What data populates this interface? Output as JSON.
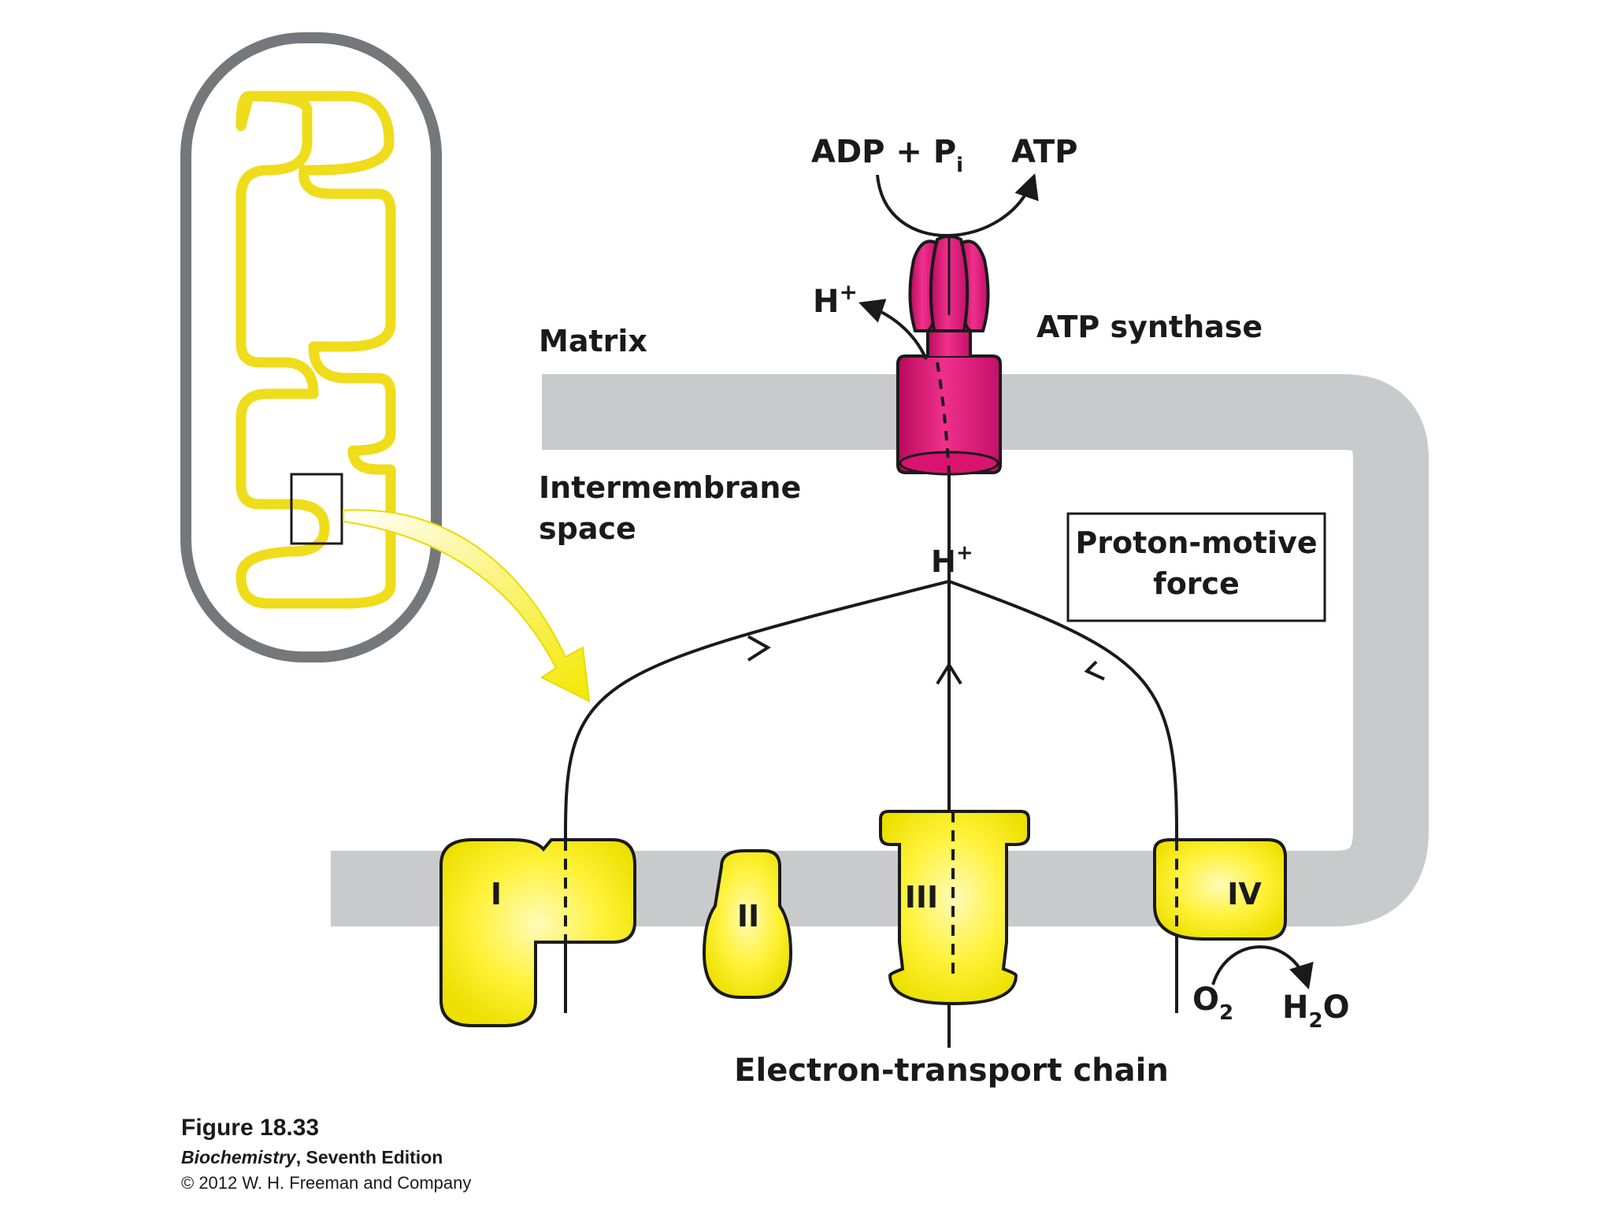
{
  "labels": {
    "adp": "ADP + P",
    "adp_sub": "i",
    "atp": "ATP",
    "h_plus_top": "H",
    "atp_synthase": "ATP synthase",
    "matrix": "Matrix",
    "intermembrane_1": "Intermembrane",
    "intermembrane_2": "space",
    "h_plus_mid": "H",
    "plus": "+",
    "pmf_1": "Proton-motive",
    "pmf_2": "force",
    "complex_1": "I",
    "complex_2": "II",
    "complex_3": "III",
    "complex_4": "IV",
    "o2": "O",
    "o2_sub": "2",
    "h2o_h": "H",
    "h2o_sub": "2",
    "h2o_o": "O",
    "etc": "Electron-transport chain"
  },
  "caption": {
    "figure": "Figure 18.33",
    "book_title": "Biochemistry",
    "book_edition": ", Seventh Edition",
    "copyright": "© 2012 W. H. Freeman and Company"
  },
  "colors": {
    "membrane": "#c9cacc",
    "complex_yellow": "#ffef2a",
    "inner_membrane_yellow": "#efdc1a",
    "outer_membrane_grey": "#76777a",
    "atp_synthase_magenta": "#e0157a",
    "text": "#1a1a1a"
  }
}
